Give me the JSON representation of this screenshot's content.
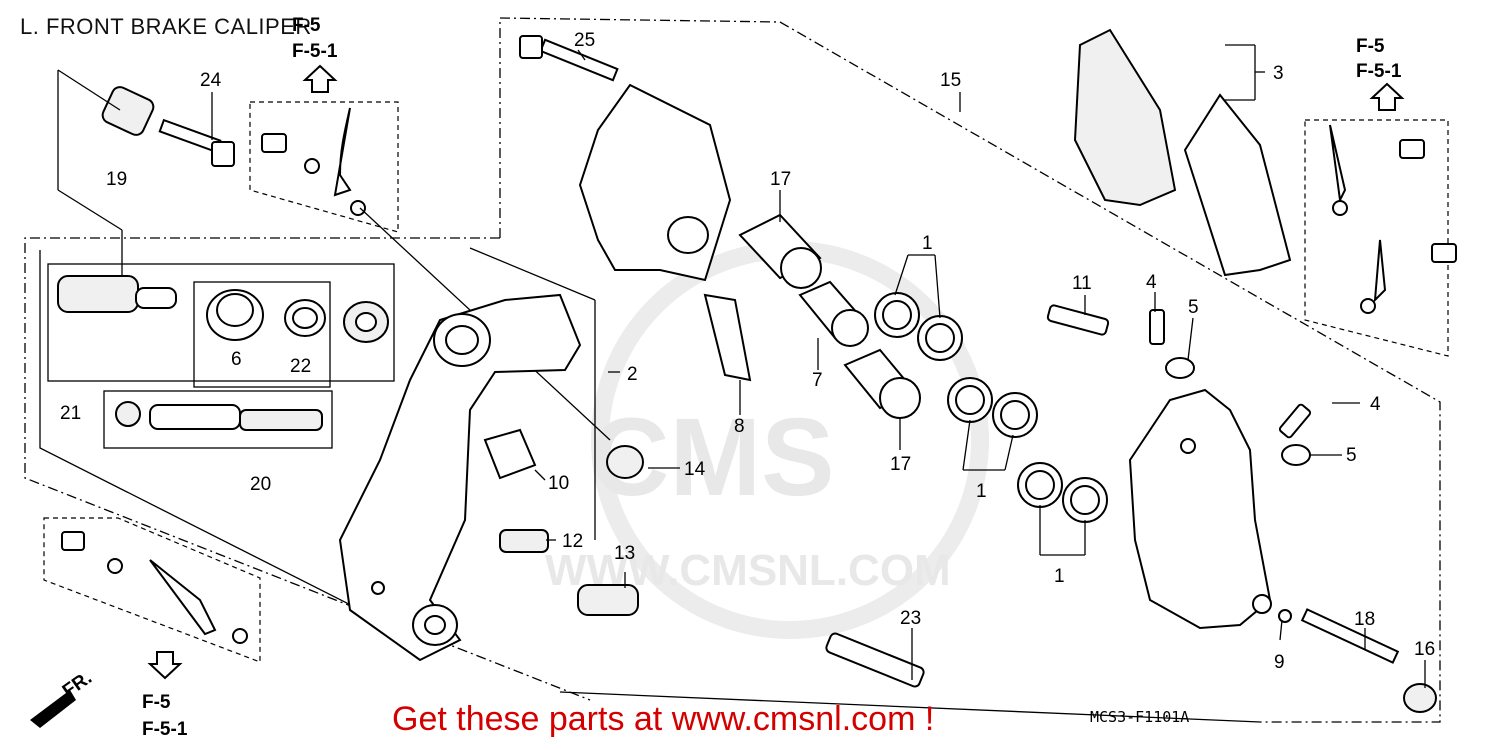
{
  "title": "L. FRONT BRAKE CALIPER",
  "diagram_code": "MCS3-F1101A",
  "promo_text": "Get these parts at www.cmsnl.com !",
  "watermark": {
    "brand": "CMS",
    "url": "WWW.CMSNL.COM"
  },
  "direction_label": "FR.",
  "refs": {
    "top_left": [
      "F-5",
      "F-5-1"
    ],
    "top_right": [
      "F-5",
      "F-5-1"
    ],
    "bottom_left": [
      "F-5",
      "F-5-1"
    ]
  },
  "callouts": {
    "c1a": "1",
    "c1b": "1",
    "c1c": "1",
    "c2": "2",
    "c3": "3",
    "c4a": "4",
    "c4b": "4",
    "c5a": "5",
    "c5b": "5",
    "c6": "6",
    "c7": "7",
    "c8": "8",
    "c9": "9",
    "c10": "10",
    "c11": "11",
    "c12": "12",
    "c13": "13",
    "c14": "14",
    "c15": "15",
    "c16": "16",
    "c17a": "17",
    "c17b": "17",
    "c18": "18",
    "c19": "19",
    "c20": "20",
    "c21": "21",
    "c22": "22",
    "c23": "23",
    "c24": "24",
    "c25": "25"
  },
  "colors": {
    "promo": "#d40000",
    "line": "#000000",
    "watermark": "#e8e8e8"
  }
}
